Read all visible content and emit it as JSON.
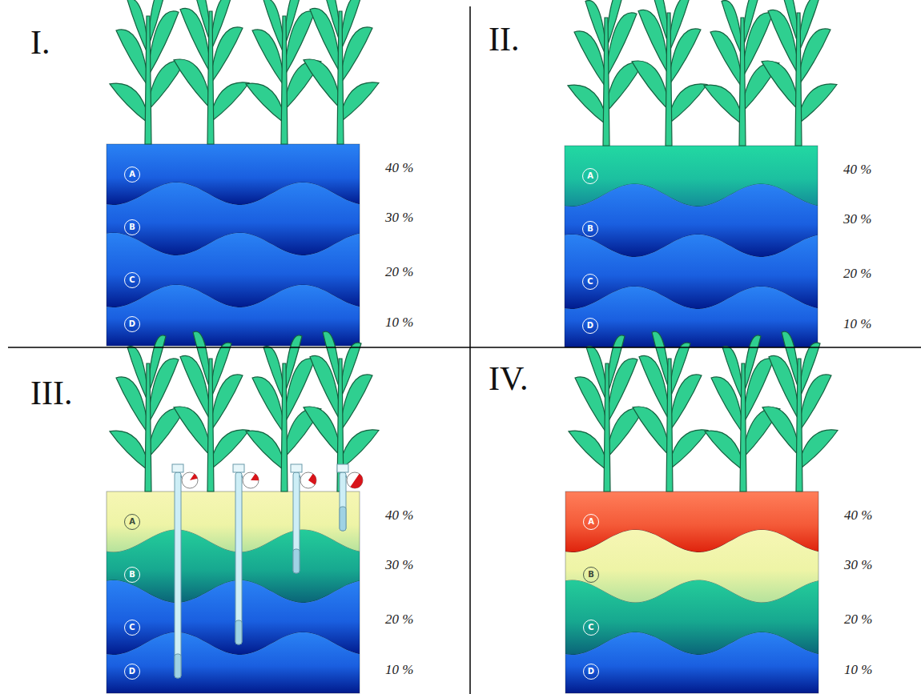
{
  "diagram": {
    "nodes": [
      {
        "text": [
          "A"
        ]
      },
      {
        "text": [
          "B"
        ]
      },
      {
        "text": [
          "C"
        ]
      },
      {
        "text": [
          "D"
        ]
      },
      {
        "text": [
          "A"
        ]
      },
      {
        "text": [
          "B"
        ]
      },
      {
        "text": [
          "C"
        ]
      },
      {
        "text": [
          "D"
        ]
      },
      {
        "text": [
          "A"
        ]
      },
      {
        "text": [
          "B"
        ]
      },
      {
        "text": [
          "C"
        ]
      },
      {
        "text": [
          "D"
        ]
      },
      {
        "text": [
          "A"
        ]
      },
      {
        "text": [
          "B"
        ]
      },
      {
        "text": [
          "C"
        ]
      },
      {
        "text": [
          "D"
        ]
      }
    ],
    "labels": [
      "I.",
      "40 %",
      "30 %",
      "20 %",
      "10 %",
      "II.",
      "40 %",
      "30 %",
      "20 %",
      "10 %",
      "III.",
      "40 %",
      "30 %",
      "20 %",
      "10 %",
      "IV.",
      "40 %",
      "30 %",
      "20 %",
      "10 %"
    ]
  }
}
